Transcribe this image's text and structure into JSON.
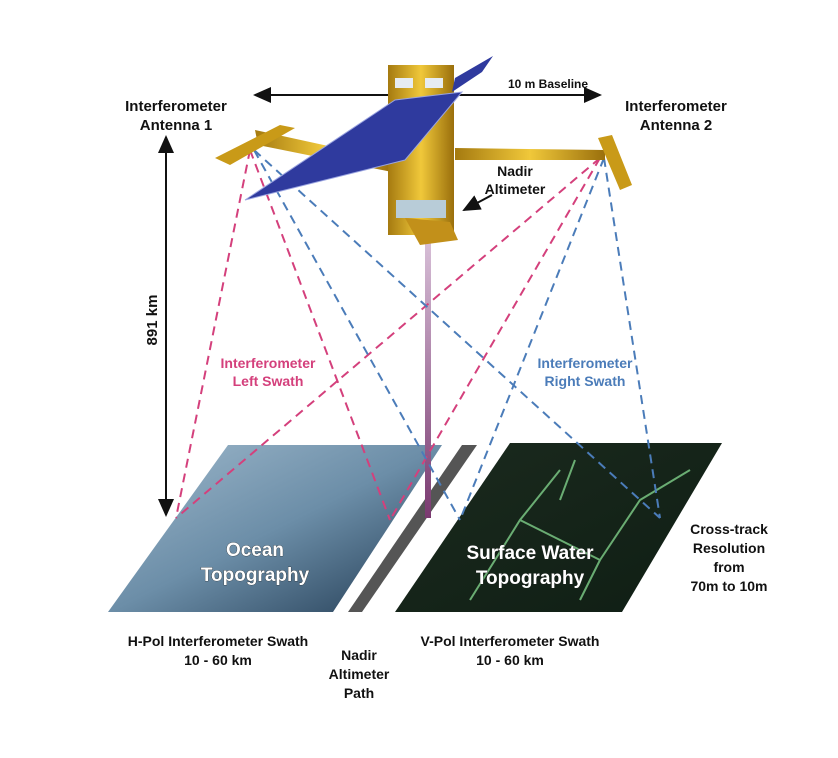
{
  "labels": {
    "antenna1": [
      "Interferometer",
      "Antenna 1"
    ],
    "antenna2": [
      "Interferometer",
      "Antenna 2"
    ],
    "baseline": "10 m Baseline",
    "nadir_altimeter": [
      "Nadir",
      "Altimeter"
    ],
    "altitude": "891 km",
    "left_swath": [
      "Interferometer",
      "Left Swath"
    ],
    "right_swath": [
      "Interferometer",
      "Right Swath"
    ],
    "ocean": [
      "Ocean",
      "Topography"
    ],
    "surface_water": [
      "Surface Water",
      "Topography"
    ],
    "cross_track": [
      "Cross-track",
      "Resolution",
      "from",
      "70m to 10m"
    ],
    "hpol": [
      "H-Pol Interferometer Swath",
      "10 - 60 km"
    ],
    "nadir_path": [
      "Nadir",
      "Altimeter",
      "Path"
    ],
    "vpol": [
      "V-Pol Interferometer Swath",
      "10 - 60 km"
    ]
  },
  "colors": {
    "left_swath": "#d4407c",
    "right_swath": "#4b7cb9",
    "gold": "#d9a91c",
    "solar": "#2f3a9e",
    "nadir_beam": "#8a4f80"
  }
}
